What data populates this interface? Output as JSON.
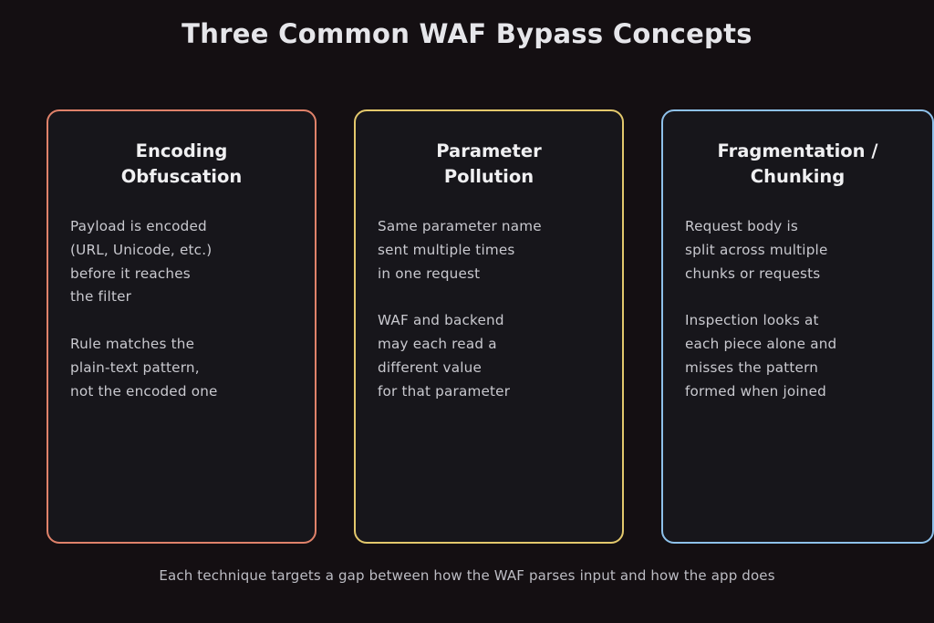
{
  "title": "Three Common WAF Bypass Concepts",
  "cards": [
    {
      "title": "Encoding\nObfuscation",
      "body": "Payload is encoded\n(URL, Unicode, etc.)\nbefore it reaches\nthe filter\n\nRule matches the\nplain-text pattern,\nnot the encoded one",
      "border_color": "#e0826a"
    },
    {
      "title": "Parameter\nPollution",
      "body": "Same parameter name\nsent multiple times\nin one request\n\nWAF and backend\nmay each read a\ndifferent value\nfor that parameter",
      "border_color": "#e3c86c"
    },
    {
      "title": "Fragmentation /\nChunking",
      "body": "Request body is\nsplit across multiple\nchunks or requests\n\nInspection looks at\neach piece alone and\nmisses the pattern\nformed when joined",
      "border_color": "#8ec1ea"
    }
  ],
  "footer": "Each technique targets a gap between how the WAF parses input and how the app does"
}
